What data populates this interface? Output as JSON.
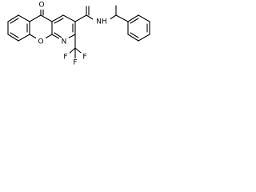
{
  "molecule": {
    "atom_labels": {
      "carbonyl_oxygen": "O",
      "ring_oxygen": "O",
      "ring_nitrogen": "N",
      "amide_nitrogen": "NH",
      "fluorine_1": "F",
      "fluorine_2": "F",
      "fluorine_3": "F"
    }
  }
}
